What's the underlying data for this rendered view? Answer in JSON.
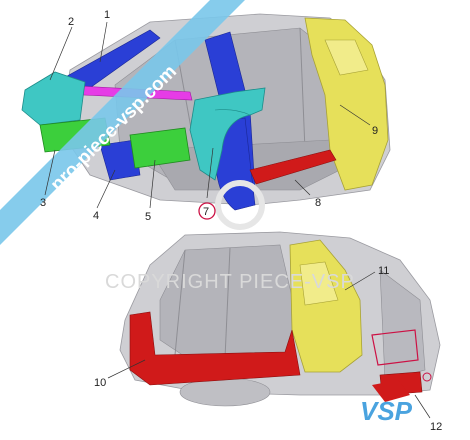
{
  "watermark": {
    "banner_text": "pro-piece-vsp.com",
    "copyright_text": "COPYRIGHT PIECE-VSP",
    "logo_text": "VSP"
  },
  "callouts": [
    {
      "id": "1",
      "label": "1"
    },
    {
      "id": "2",
      "label": "2"
    },
    {
      "id": "3",
      "label": "3"
    },
    {
      "id": "4",
      "label": "4"
    },
    {
      "id": "5",
      "label": "5"
    },
    {
      "id": "7",
      "label": "7"
    },
    {
      "id": "8",
      "label": "8"
    },
    {
      "id": "9",
      "label": "9"
    },
    {
      "id": "10",
      "label": "10"
    },
    {
      "id": "11",
      "label": "11"
    },
    {
      "id": "12",
      "label": "12"
    }
  ],
  "colors": {
    "banner": "#79c6ea",
    "body_grey": "#c9c9cc",
    "body_dark": "#8c8c92",
    "cyan_part": "#3fc7c3",
    "blue_part": "#2a3fd6",
    "green_part": "#3ccf3c",
    "magenta_part": "#e63ce6",
    "yellow_part": "#e6e05a",
    "red_part": "#d01a1a",
    "callout_red": "#cc1144"
  }
}
